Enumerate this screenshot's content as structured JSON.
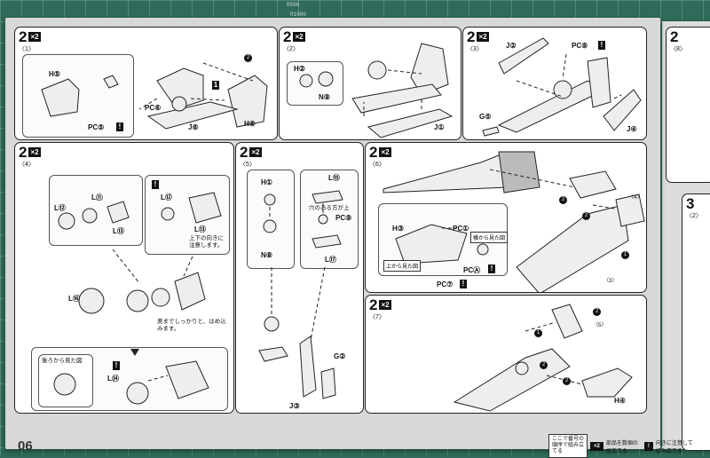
{
  "page_number": "06",
  "mat": {
    "label_top": "R500",
    "label_mid": "R1000"
  },
  "steps": {
    "p1": {
      "step": "2",
      "mult": "×2",
      "sub": "〈1〉",
      "labels": [
        "H⑤",
        "PC⑥",
        "J⑥",
        "H⑥",
        "PC⑤",
        "2",
        "1"
      ]
    },
    "p2": {
      "step": "2",
      "mult": "×2",
      "sub": "〈2〉",
      "labels": [
        "H②",
        "N⑨",
        "J①"
      ]
    },
    "p3": {
      "step": "2",
      "mult": "×2",
      "sub": "〈3〉",
      "labels": [
        "J②",
        "PC⑧",
        "G⑤",
        "J④"
      ]
    },
    "p4": {
      "step": "2",
      "mult": "×2",
      "sub": "〈4〉",
      "labels": [
        "L⑪",
        "L⑬",
        "L⑫",
        "L⑫",
        "L⑬",
        "L⑯"
      ],
      "note1": "上下の向きに注意します。",
      "note2": "奥までしっかりと、はめ込みます。",
      "inset_label": "後ろから見た図",
      "bottom_label": "L⑭"
    },
    "p5": {
      "step": "2",
      "mult": "×2",
      "sub": "〈5〉",
      "labels": [
        "H①",
        "N⑧",
        "L⑮",
        "PC⑨",
        "L⑰",
        "G②",
        "J③"
      ],
      "note": "穴のある方が上"
    },
    "p6": {
      "step": "2",
      "mult": "×2",
      "sub": "〈6〉",
      "labels": [
        "H③",
        "PC①",
        "PCⒶ",
        "PC⑦",
        "2",
        "2",
        "1"
      ],
      "tag1": "横から見た図",
      "tag2": "上から見た図",
      "ref1": "〈4〉",
      "ref2": "〈3〉"
    },
    "p7": {
      "step": "2",
      "mult": "×2",
      "sub": "〈7〉",
      "labels": [
        "H④",
        "2",
        "1",
        "2",
        "2"
      ],
      "ref": "〈5〉"
    },
    "p8": {
      "step": "2",
      "sub": "〈8〉"
    },
    "p9": {
      "step": "3",
      "sub": "〈2〉"
    }
  },
  "legend": {
    "item1": "ここで番号の順序で組み立てる",
    "item2_mult": "×2",
    "item2": "部品を数個の組立てる",
    "item3_mark": "!",
    "item3": "向きに注意して組み立てる"
  },
  "icons": [
    "warning-icon",
    "step-arrow-icon",
    "cut-icon"
  ]
}
